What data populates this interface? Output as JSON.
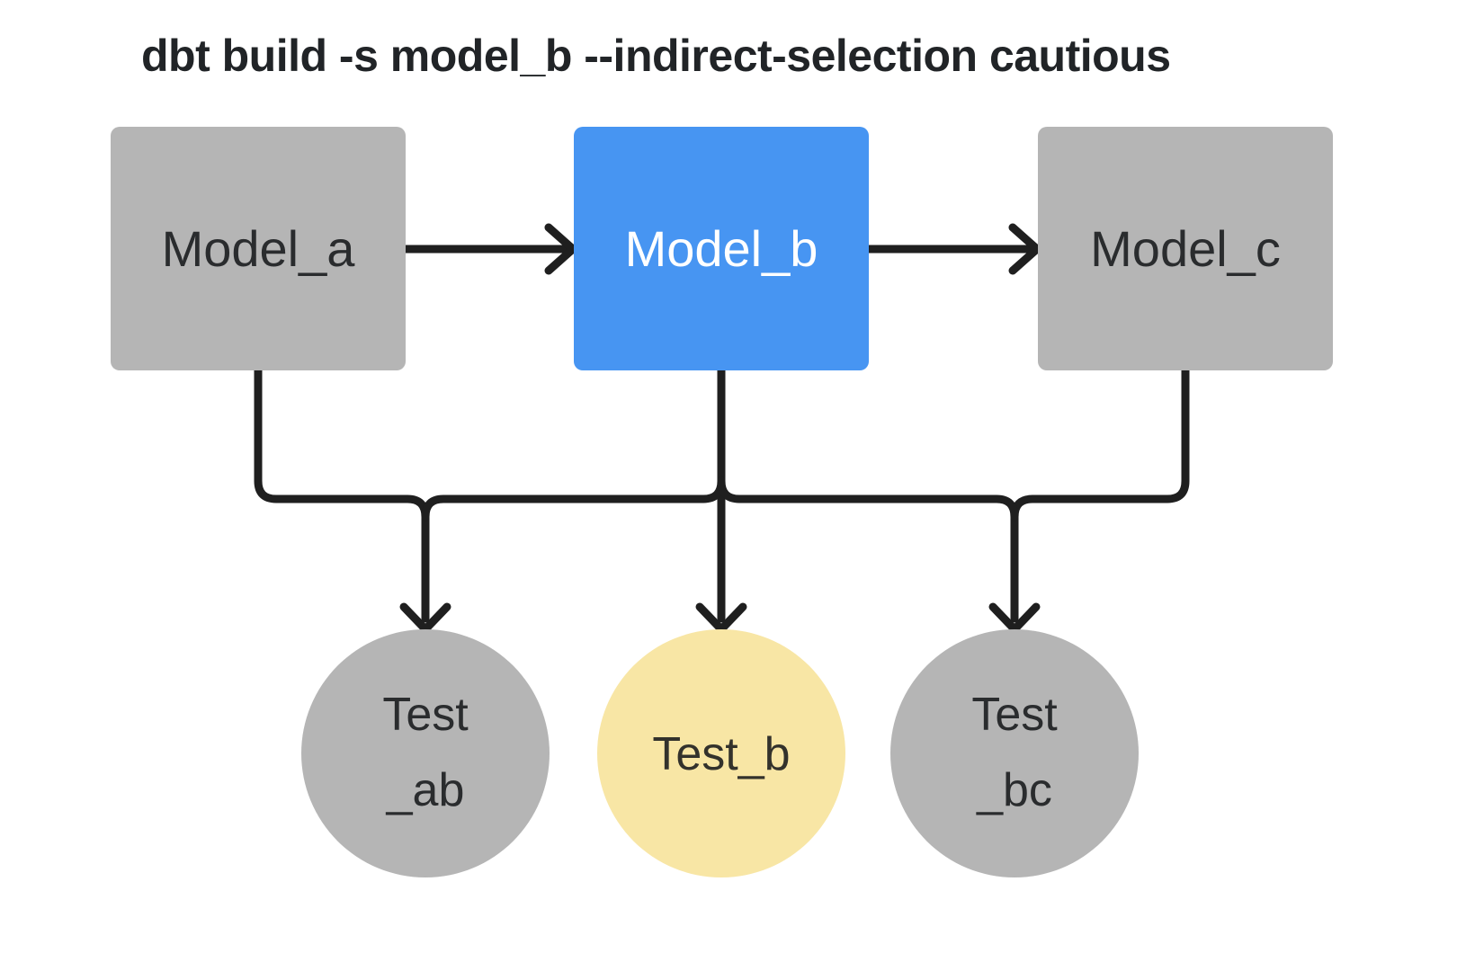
{
  "title": "dbt build -s model_b --indirect-selection cautious",
  "colors": {
    "background": "#ffffff",
    "edge": "#1f1f1f",
    "title_text": "#212427"
  },
  "models": [
    {
      "label": "Model_a",
      "fill": "#b5b5b5",
      "label_color": "#2a2c2e"
    },
    {
      "label": "Model_b",
      "fill": "#4795f2",
      "label_color": "#ffffff"
    },
    {
      "label": "Model_c",
      "fill": "#b5b5b5",
      "label_color": "#2a2c2e"
    }
  ],
  "tests": [
    {
      "lines": [
        "Test",
        "_ab"
      ],
      "fill": "#b5b5b5",
      "label_color": "#2a2c2e"
    },
    {
      "lines": [
        "Test_b"
      ],
      "fill": "#f8e6a5",
      "label_color": "#33322c"
    },
    {
      "lines": [
        "Test",
        "_bc"
      ],
      "fill": "#b5b5b5",
      "label_color": "#2a2c2e"
    }
  ]
}
